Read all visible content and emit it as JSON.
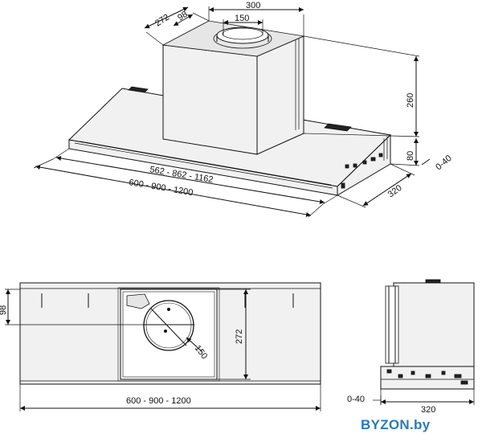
{
  "top_view": {
    "depth_top": "272",
    "outlet_offset": "98",
    "top_width": "300",
    "outlet_diameter": "150",
    "box_height": "260",
    "panel_height": "80",
    "panel_extension": "0-40",
    "depth_bottom": "320",
    "inner_width_series": "562 - 862 - 1162",
    "outer_width_series": "600 - 900 - 1200"
  },
  "front_view": {
    "offset": "98",
    "duct_diameter": "150",
    "inner_height": "272",
    "width_series": "600 - 900 - 1200"
  },
  "side_view": {
    "extension": "0-40",
    "depth": "320"
  },
  "watermark": {
    "text": "BYZON.by",
    "color": "#2a7ab8"
  }
}
